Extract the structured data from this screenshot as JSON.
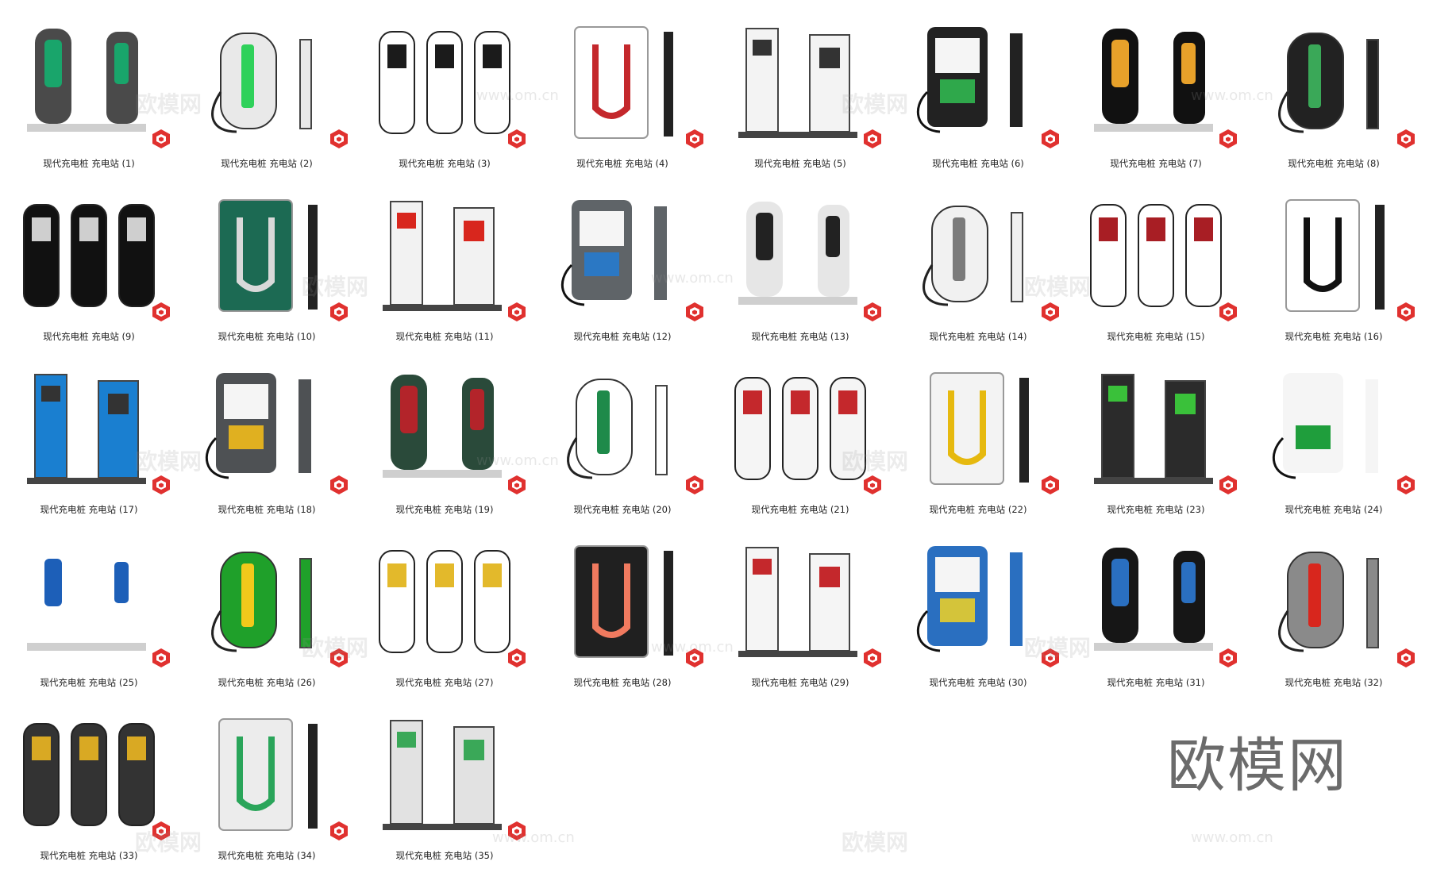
{
  "items": [
    {
      "label": "现代充电桩 充电站 (1)",
      "color": "#4a4a4a",
      "accent": "#19a56b"
    },
    {
      "label": "现代充电桩 充电站 (2)",
      "color": "#e9e9e9",
      "accent": "#2fd15a"
    },
    {
      "label": "现代充电桩 充电站 (3)",
      "color": "#ffffff",
      "accent": "#1b1b1b"
    },
    {
      "label": "现代充电桩 充电站 (4)",
      "color": "#ffffff",
      "accent": "#c4282c"
    },
    {
      "label": "现代充电桩 充电站 (5)",
      "color": "#f3f3f3",
      "accent": "#333333"
    },
    {
      "label": "现代充电桩 充电站 (6)",
      "color": "#222222",
      "accent": "#2fa84b"
    },
    {
      "label": "现代充电桩 充电站 (7)",
      "color": "#111111",
      "accent": "#e7a12a"
    },
    {
      "label": "现代充电桩 充电站 (8)",
      "color": "#222222",
      "accent": "#3aa858"
    },
    {
      "label": "现代充电桩 充电站 (9)",
      "color": "#111111",
      "accent": "#cfcfcf"
    },
    {
      "label": "现代充电桩 充电站 (10)",
      "color": "#1c6a53",
      "accent": "#d9d9d9"
    },
    {
      "label": "现代充电桩 充电站 (11)",
      "color": "#f2f2f2",
      "accent": "#d8261d"
    },
    {
      "label": "现代充电桩 充电站 (12)",
      "color": "#5f6468",
      "accent": "#2b78c4"
    },
    {
      "label": "现代充电桩 充电站 (13)",
      "color": "#e6e6e6",
      "accent": "#222222"
    },
    {
      "label": "现代充电桩 充电站 (14)",
      "color": "#f1f1f1",
      "accent": "#7b7b7b"
    },
    {
      "label": "现代充电桩 充电站 (15)",
      "color": "#ffffff",
      "accent": "#a81e24"
    },
    {
      "label": "现代充电桩 充电站 (16)",
      "color": "#ffffff",
      "accent": "#111111"
    },
    {
      "label": "现代充电桩 充电站 (17)",
      "color": "#1a7fd0",
      "accent": "#333333"
    },
    {
      "label": "现代充电桩 充电站 (18)",
      "color": "#4e5154",
      "accent": "#e0b020"
    },
    {
      "label": "现代充电桩 充电站 (19)",
      "color": "#2a4a3a",
      "accent": "#b3242a"
    },
    {
      "label": "现代充电桩 充电站 (20)",
      "color": "#ffffff",
      "accent": "#1e8a4a"
    },
    {
      "label": "现代充电桩 充电站 (21)",
      "color": "#f5f5f5",
      "accent": "#c4282c"
    },
    {
      "label": "现代充电桩 充电站 (22)",
      "color": "#f3f3f3",
      "accent": "#e6b90f"
    },
    {
      "label": "现代充电桩 充电站 (23)",
      "color": "#2b2b2b",
      "accent": "#3ac13a"
    },
    {
      "label": "现代充电桩 充电站 (24)",
      "color": "#f5f5f5",
      "accent": "#1f9e3c"
    },
    {
      "label": "现代充电桩 充电站 (25)",
      "color": "#ffffff",
      "accent": "#1d5fb8"
    },
    {
      "label": "现代充电桩 充电站 (26)",
      "color": "#1fa02a",
      "accent": "#f2c91b"
    },
    {
      "label": "现代充电桩 充电站 (27)",
      "color": "#ffffff",
      "accent": "#e3b92b"
    },
    {
      "label": "现代充电桩 充电站 (28)",
      "color": "#202020",
      "accent": "#f07a5f"
    },
    {
      "label": "现代充电桩 充电站 (29)",
      "color": "#f5f5f5",
      "accent": "#c4282c"
    },
    {
      "label": "现代充电桩 充电站 (30)",
      "color": "#2a6fc0",
      "accent": "#d4c43a"
    },
    {
      "label": "现代充电桩 充电站 (31)",
      "color": "#161616",
      "accent": "#2a6fc0"
    },
    {
      "label": "现代充电桩 充电站 (32)",
      "color": "#8a8a8a",
      "accent": "#d8261d"
    },
    {
      "label": "现代充电桩 充电站 (33)",
      "color": "#333333",
      "accent": "#d9a923"
    },
    {
      "label": "现代充电桩 充电站 (34)",
      "color": "#ececec",
      "accent": "#2aa55a"
    },
    {
      "label": "现代充电桩 充电站 (35)",
      "color": "#e2e2e2",
      "accent": "#3aa858"
    }
  ],
  "icons": {
    "file_badge": "sketchup-file-icon"
  },
  "watermark": {
    "brand": "欧模网",
    "url": "www.om.cn"
  },
  "brand_logo": "欧模网"
}
